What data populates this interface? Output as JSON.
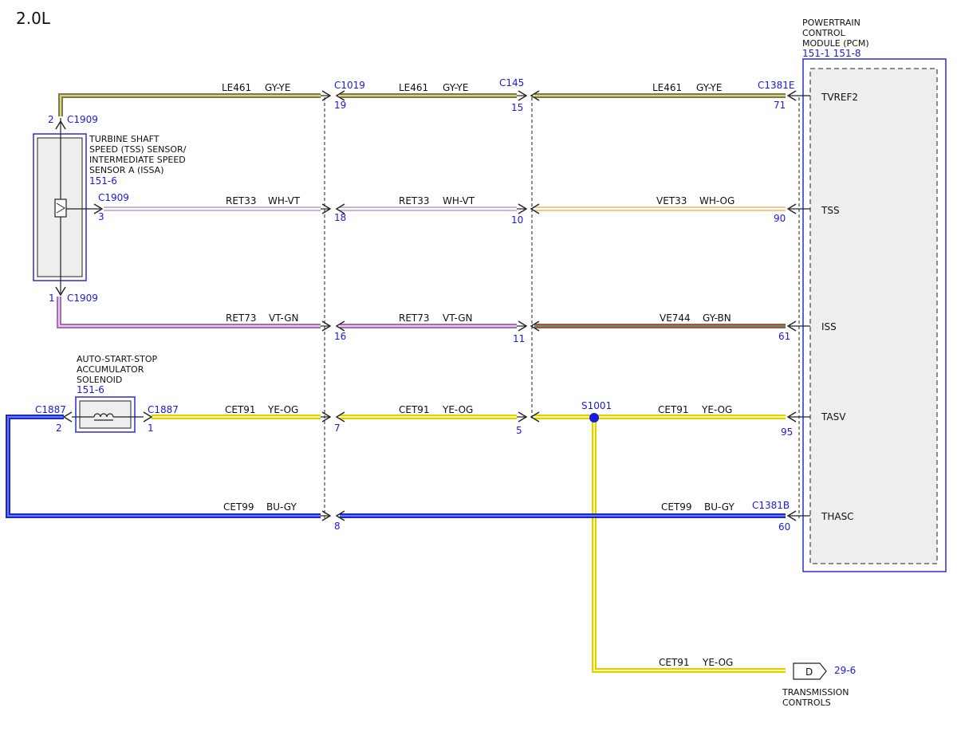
{
  "engine": "2.0L",
  "pcm": {
    "title_lines": [
      "POWERTRAIN",
      "CONTROL",
      "MODULE (PCM)"
    ],
    "refs": "151-1  151-8",
    "pins": [
      "TVREF2",
      "TSS",
      "ISS",
      "TASV",
      "THASC"
    ]
  },
  "tss_sensor": {
    "title_lines": [
      "TURBINE SHAFT",
      "SPEED (TSS) SENSOR/",
      "INTERMEDIATE SPEED",
      "SENSOR A (ISSA)"
    ],
    "ref": "151-6"
  },
  "solenoid": {
    "title_lines": [
      "AUTO-START-STOP",
      "ACCUMULATOR",
      "SOLENOID"
    ],
    "ref": "151-6"
  },
  "connectors": {
    "c1909_top": {
      "name": "C1909",
      "pin": "2"
    },
    "c1909_mid": {
      "name": "C1909",
      "pin": "3"
    },
    "c1909_bot": {
      "name": "C1909",
      "pin": "1"
    },
    "c1887_left": {
      "name": "C1887",
      "pin": "2"
    },
    "c1887_right": {
      "name": "C1887",
      "pin": "1"
    },
    "c1019": "C1019",
    "c145": "C145",
    "c1381e": "C1381E",
    "c1381b": "C1381B",
    "splice": "S1001"
  },
  "wires": [
    {
      "circuit": "LE461",
      "color": "GY-YE"
    },
    {
      "circuit": "LE461",
      "color": "GY-YE"
    },
    {
      "circuit": "LE461",
      "color": "GY-YE"
    },
    {
      "circuit": "RET33",
      "color": "WH-VT"
    },
    {
      "circuit": "RET33",
      "color": "WH-VT"
    },
    {
      "circuit": "VET33",
      "color": "WH-OG"
    },
    {
      "circuit": "RET73",
      "color": "VT-GN"
    },
    {
      "circuit": "RET73",
      "color": "VT-GN"
    },
    {
      "circuit": "VE744",
      "color": "GY-BN"
    },
    {
      "circuit": "CET91",
      "color": "YE-OG"
    },
    {
      "circuit": "CET91",
      "color": "YE-OG"
    },
    {
      "circuit": "CET91",
      "color": "YE-OG"
    },
    {
      "circuit": "CET99",
      "color": "BU-GY"
    },
    {
      "circuit": "CET99",
      "color": "BU-GY"
    },
    {
      "circuit": "CET91",
      "color": "YE-OG"
    }
  ],
  "pin_numbers": {
    "c1019": [
      "19",
      "18",
      "16",
      "7",
      "8"
    ],
    "c145": [
      "15",
      "10",
      "11",
      "5"
    ],
    "pcm": [
      "71",
      "90",
      "61",
      "95",
      "60"
    ]
  },
  "transmission": {
    "letter": "D",
    "ref": "29-6",
    "label_lines": [
      "TRANSMISSION",
      "CONTROLS"
    ]
  },
  "wire_colors": {
    "GY-YE": [
      "#7a7a5a",
      "#e8e070"
    ],
    "WH-VT": [
      "#d8b8e0",
      "#ffffff"
    ],
    "WH-OG": [
      "#f0c890",
      "#ffffff"
    ],
    "VT-GN": [
      "#a070b0",
      "#70b070"
    ],
    "GY-BN": [
      "#a06050",
      "#6a8a6a"
    ],
    "YE-OG": [
      "#e8d800",
      "#f6ee60"
    ],
    "BU-GY": [
      "#1a2ac8",
      "#4a5ae8"
    ]
  }
}
